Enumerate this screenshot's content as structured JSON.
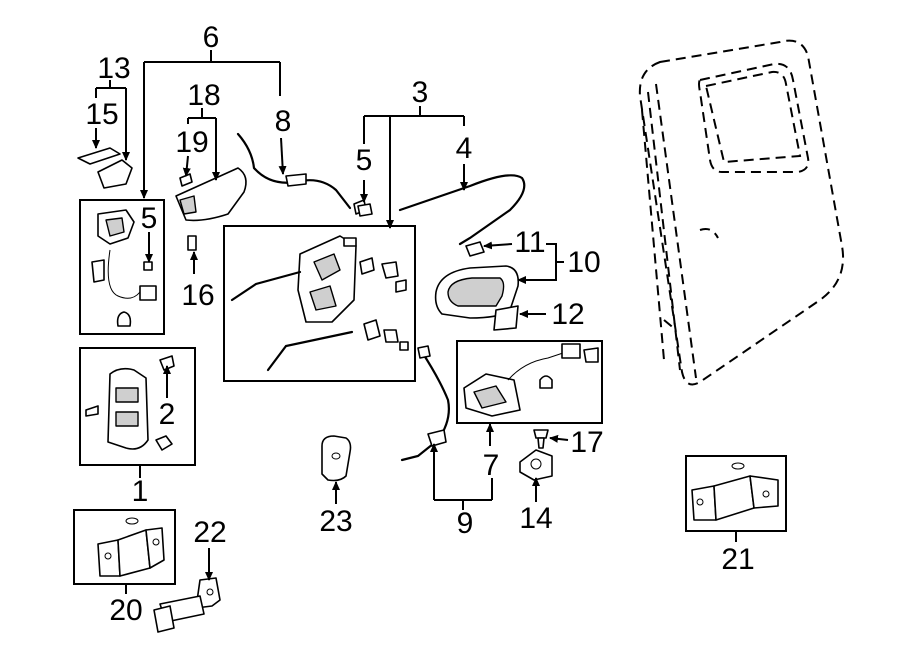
{
  "callouts": {
    "c1": "1",
    "c2": "2",
    "c3": "3",
    "c4": "4",
    "c5a": "5",
    "c5b": "5",
    "c6": "6",
    "c7": "7",
    "c8": "8",
    "c9": "9",
    "c10": "10",
    "c11": "11",
    "c12": "12",
    "c13": "13",
    "c14": "14",
    "c15": "15",
    "c16": "16",
    "c17": "17",
    "c18": "18",
    "c19": "19",
    "c20": "20",
    "c21": "21",
    "c22": "22",
    "c23": "23"
  }
}
